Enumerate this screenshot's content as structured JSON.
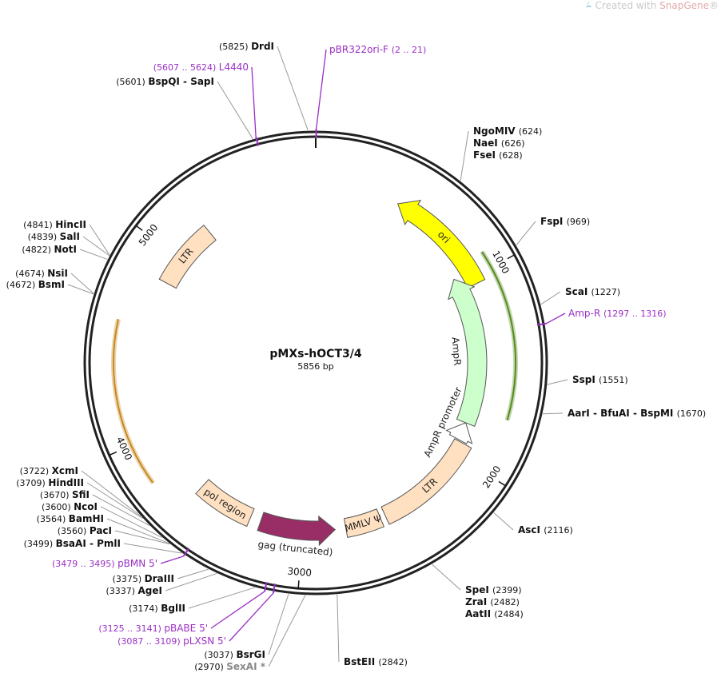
{
  "watermark": {
    "prefix": "Created with ",
    "brand": "SnapGene",
    "suffix": "®"
  },
  "plasmid": {
    "name": "pMXs-hOCT3/4",
    "size_label": "5856 bp",
    "length": 5856
  },
  "colors": {
    "ori": "#ffff00",
    "ampr": "#ccffcc",
    "ltr": "#ffe0c0",
    "gag": "#992e66",
    "primer": "#9a2fc4",
    "green_strand": "#558b1f",
    "orange_strand": "#c8891f"
  },
  "ticks": [
    {
      "label": "1000",
      "bp": 1000
    },
    {
      "label": "2000",
      "bp": 2000
    },
    {
      "label": "3000",
      "bp": 3000
    },
    {
      "label": "4000",
      "bp": 4000
    },
    {
      "label": "5000",
      "bp": 5000
    }
  ],
  "features": [
    {
      "label": "ori",
      "start": 1037,
      "end": 444,
      "dir": -1,
      "color": "#ffff00",
      "label_rot": true,
      "labelside": "mid"
    },
    {
      "label": "AmpR",
      "start": 1818,
      "end": 957,
      "dir": -1,
      "color": "#ccffcc",
      "label_rot": true,
      "labelside": "in"
    },
    {
      "label": "AmpR promoter",
      "start": 1923,
      "end": 1818,
      "dir": -1,
      "color": "#ffffff",
      "label_rot": true,
      "labelside": "in2"
    },
    {
      "label": "LTR",
      "start": 2530,
      "end": 1930,
      "dir": 0,
      "color": "#ffe0c0",
      "label_rot": true,
      "labelside": "mid"
    },
    {
      "label": "LTR",
      "start": 5220,
      "end": 4850,
      "dir": 0,
      "color": "#ffe0c0",
      "label_rot": true,
      "labelside": "mid"
    },
    {
      "label": "MMLV Ψ",
      "start": 2760,
      "end": 2560,
      "dir": 0,
      "color": "#ffe0c0",
      "label_rot": true,
      "labelside": "mid"
    },
    {
      "label": "gag (truncated)",
      "start": 3240,
      "end": 2820,
      "dir": -1,
      "color": "#992e66",
      "label_rot": true,
      "labelside": "out"
    },
    {
      "label": "pol region",
      "start": 3620,
      "end": 3300,
      "dir": 0,
      "color": "#ffe0c0",
      "label_rot": true,
      "labelside": "mid"
    }
  ],
  "sites": [
    {
      "lines": [
        {
          "pos": "(5825)",
          "name": "DrdI"
        }
      ],
      "bp": 5825,
      "side": "up"
    },
    {
      "lines": [
        {
          "pos": "(5601)",
          "name": "BspQI - SapI"
        }
      ],
      "bp": 5601,
      "side": "left"
    },
    {
      "lines": [
        {
          "name": "NgoMIV",
          "pos": "(624)"
        },
        {
          "name": "NaeI",
          "pos": "(626)"
        },
        {
          "name": "FseI",
          "pos": "(628)"
        }
      ],
      "bp": 626,
      "side": "right"
    },
    {
      "lines": [
        {
          "name": "FspI",
          "pos": "(969)"
        }
      ],
      "bp": 969,
      "side": "right"
    },
    {
      "lines": [
        {
          "name": "ScaI",
          "pos": "(1227)"
        }
      ],
      "bp": 1227,
      "side": "right"
    },
    {
      "lines": [
        {
          "name": "SspI",
          "pos": "(1551)"
        }
      ],
      "bp": 1551,
      "side": "right"
    },
    {
      "lines": [
        {
          "name": "AarI - BfuAI - BspMI",
          "pos": "(1670)"
        }
      ],
      "bp": 1670,
      "side": "right"
    },
    {
      "lines": [
        {
          "name": "AscI",
          "pos": "(2116)"
        }
      ],
      "bp": 2116,
      "side": "right"
    },
    {
      "lines": [
        {
          "name": "SpeI",
          "pos": "(2399)"
        },
        {
          "name": "ZraI",
          "pos": "(2482)"
        },
        {
          "name": "AatII",
          "pos": "(2484)"
        }
      ],
      "bp": 2440,
      "side": "right"
    },
    {
      "lines": [
        {
          "name": "BstEII",
          "pos": "(2842)"
        }
      ],
      "bp": 2842,
      "side": "right"
    },
    {
      "lines": [
        {
          "pos": "(2970)",
          "name": "SexAI *",
          "grey": true
        }
      ],
      "bp": 2970,
      "side": "left"
    },
    {
      "lines": [
        {
          "pos": "(3037)",
          "name": "BsrGI"
        }
      ],
      "bp": 3037,
      "side": "left"
    },
    {
      "lines": [
        {
          "pos": "(3174)",
          "name": "BglII"
        }
      ],
      "bp": 3174,
      "side": "left"
    },
    {
      "lines": [
        {
          "pos": "(3337)",
          "name": "AgeI"
        }
      ],
      "bp": 3337,
      "side": "left"
    },
    {
      "lines": [
        {
          "pos": "(3375)",
          "name": "DraIII"
        }
      ],
      "bp": 3375,
      "side": "left"
    },
    {
      "lines": [
        {
          "pos": "(3499)",
          "name": "BsaAI - PmlI"
        }
      ],
      "bp": 3499,
      "side": "left"
    },
    {
      "lines": [
        {
          "pos": "(3560)",
          "name": "PacI"
        }
      ],
      "bp": 3560,
      "side": "left"
    },
    {
      "lines": [
        {
          "pos": "(3564)",
          "name": "BamHI"
        }
      ],
      "bp": 3564,
      "side": "left"
    },
    {
      "lines": [
        {
          "pos": "(3600)",
          "name": "NcoI"
        }
      ],
      "bp": 3600,
      "side": "left"
    },
    {
      "lines": [
        {
          "pos": "(3670)",
          "name": "SfiI"
        }
      ],
      "bp": 3670,
      "side": "left"
    },
    {
      "lines": [
        {
          "pos": "(3709)",
          "name": "HindIII"
        }
      ],
      "bp": 3709,
      "side": "left"
    },
    {
      "lines": [
        {
          "pos": "(3722)",
          "name": "XcmI"
        }
      ],
      "bp": 3722,
      "side": "left"
    },
    {
      "lines": [
        {
          "pos": "(4672)",
          "name": "BsmI"
        }
      ],
      "bp": 4672,
      "side": "left"
    },
    {
      "lines": [
        {
          "pos": "(4674)",
          "name": "NsiI"
        }
      ],
      "bp": 4674,
      "side": "left"
    },
    {
      "lines": [
        {
          "pos": "(4822)",
          "name": "NotI"
        }
      ],
      "bp": 4822,
      "side": "left"
    },
    {
      "lines": [
        {
          "pos": "(4839)",
          "name": "SalI"
        }
      ],
      "bp": 4839,
      "side": "left"
    },
    {
      "lines": [
        {
          "pos": "(4841)",
          "name": "HincII"
        }
      ],
      "bp": 4841,
      "side": "left"
    }
  ],
  "primers": [
    {
      "name": "pBR322ori-F",
      "range": "(2 .. 21)",
      "bp": 2,
      "side": "up"
    },
    {
      "name": "L4440",
      "range": "(5607 .. 5624)",
      "bp": 5615,
      "side": "left"
    },
    {
      "name": "Amp-R",
      "range": "(1297 .. 1316)",
      "bp": 1306,
      "side": "right"
    },
    {
      "name": "pBMN 5'",
      "range": "(3479 .. 3495)",
      "bp": 3487,
      "side": "left"
    },
    {
      "name": "pBABE 5'",
      "range": "(3125 .. 3141)",
      "bp": 3133,
      "side": "left"
    },
    {
      "name": "pLXSN 5'",
      "range": "(3087 .. 3109)",
      "bp": 3098,
      "side": "left"
    }
  ]
}
